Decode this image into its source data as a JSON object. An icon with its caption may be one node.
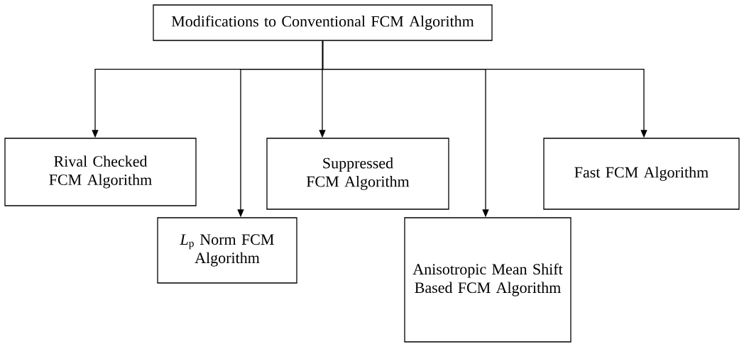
{
  "diagram": {
    "nodes": [
      {
        "text": [
          "Modifications to Conventional FCM Algorithm"
        ]
      },
      {
        "text": [
          "Rival Checked FCM Algorithm"
        ]
      },
      {
        "text": [
          "Suppressed FCM Algorithm"
        ]
      },
      {
        "text": [
          "Fast FCM Algorithm"
        ]
      },
      {
        "text": [
          "*L*$_{p}$ Norm FCM Algorithm"
        ]
      },
      {
        "text": [
          "Anisotropic Mean Shift Based FCM Algorithm"
        ]
      }
    ],
    "edges": [
      {
        "from": 0,
        "to": 1,
        "arrow": "to"
      },
      {
        "from": 0,
        "to": 2,
        "arrow": "to"
      },
      {
        "from": 0,
        "to": 3,
        "arrow": "to"
      },
      {
        "from": 0,
        "to": 4,
        "arrow": "to"
      },
      {
        "from": 0,
        "to": 5,
        "arrow": "to"
      }
    ]
  }
}
